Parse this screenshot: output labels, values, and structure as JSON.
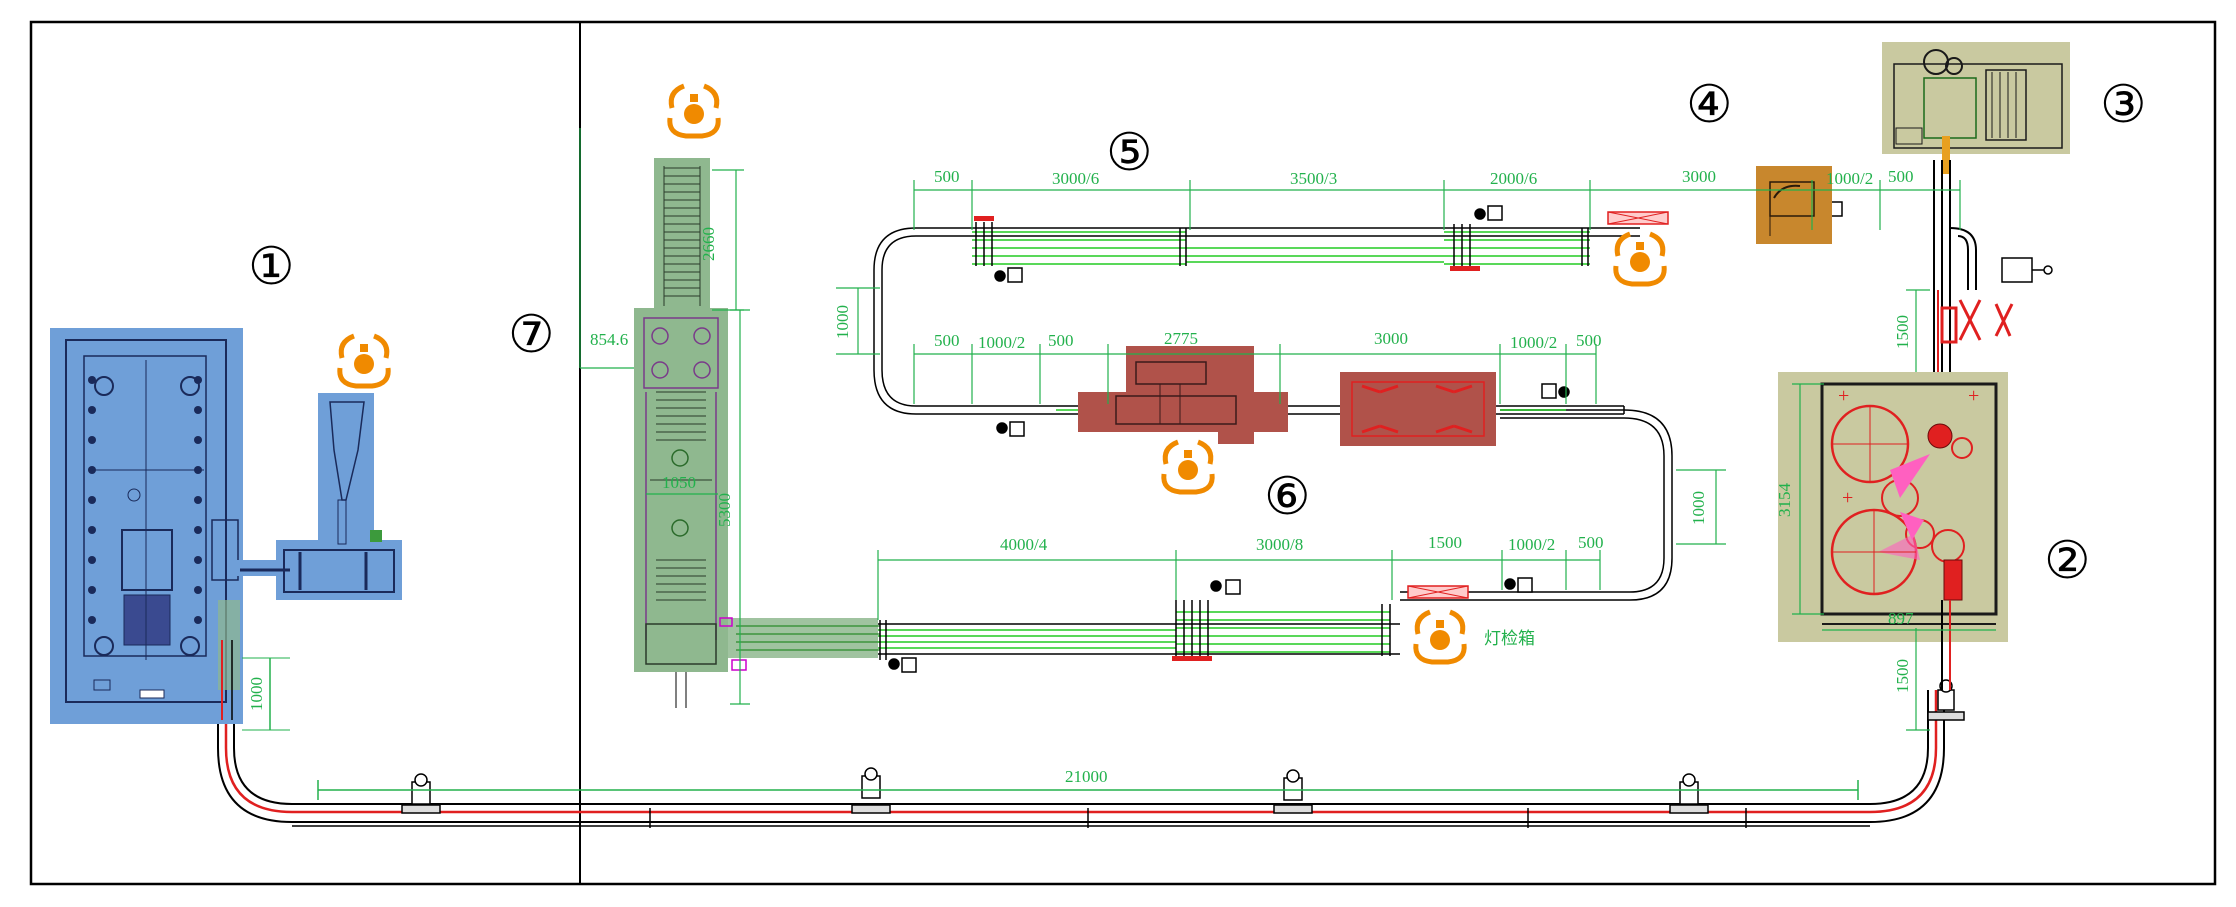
{
  "section_numbers": [
    "①",
    "②",
    "③",
    "④",
    "⑤",
    "⑥",
    "⑦"
  ],
  "dimensions": {
    "upper_conveyor": [
      "500",
      "3000/6",
      "3500/3",
      "2000/6",
      "3000",
      "1000/2",
      "500"
    ],
    "middle_conveyor": [
      "500",
      "1000/2",
      "500",
      "2775",
      "3000",
      "1000/2",
      "500"
    ],
    "lower_conveyor": [
      "4000/4",
      "3000/8",
      "1500",
      "1000/2",
      "500"
    ],
    "left_vertical_upper": "1000",
    "left_vertical_right": "1000",
    "column_height_top": "2660",
    "column_width": "1050",
    "column_height_lower": "5300",
    "column_offset": "854.6",
    "main_span": "21000",
    "bottom_left_riser": "1000",
    "right_riser_upper": "1500",
    "right_riser_lower": "1500",
    "machine_height": "3154",
    "machine_width": "897"
  },
  "labels": {
    "light_inspection_box": "灯检箱"
  },
  "colors": {
    "conveyor_green": "#22cc22",
    "dimension_green": "#22b14c",
    "rail_red": "#e02020",
    "operator_orange": "#f08a00",
    "machine1_blue": "#6f9fd8",
    "machine2_khaki": "#c9c9a0",
    "machine4_tan": "#c8872d",
    "machine6_red": "#b0524a",
    "machine7_green": "#8fb88f"
  }
}
